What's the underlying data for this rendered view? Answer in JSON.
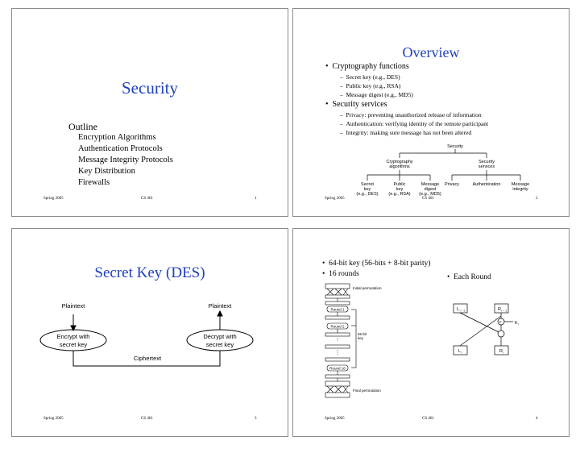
{
  "common": {
    "footer_left": "Spring 2005",
    "footer_center": "CS 461"
  },
  "slide1": {
    "title": "Security",
    "outline_heading": "Outline",
    "outline_items": [
      "Encryption Algorithms",
      "Authentication Protocols",
      "Message Integrity Protocols",
      "Key Distribution",
      "Firewalls"
    ],
    "page": "1"
  },
  "slide2": {
    "title": "Overview",
    "bullet1": "Cryptography functions",
    "bullet1_subs": [
      "Secret key (e.g., DES)",
      "Public key (e.g., RSA)",
      "Message digest (e.g., MD5)"
    ],
    "bullet2": "Security services",
    "bullet2_subs": [
      "Privacy: preventing unauthorized release of information",
      "Authentication: verifying identity of the remote participant",
      "Integrity: making sure message has not been altered"
    ],
    "tree": {
      "root": "Security",
      "crypto_1": "Cryptography",
      "crypto_2": "algorithms",
      "services_1": "Security",
      "services_2": "services",
      "leaf_secret": [
        "Secret",
        "key",
        "(e.g., DES)"
      ],
      "leaf_public": [
        "Public",
        "key",
        "(e.g., RSA)"
      ],
      "leaf_digest": [
        "Message",
        "digest",
        "(e.g., MD5)"
      ],
      "leaf_privacy": "Privacy",
      "leaf_auth": "Authentication",
      "leaf_integrity": [
        "Message",
        "integrity"
      ]
    },
    "page": "2"
  },
  "slide3": {
    "title": "Secret Key (DES)",
    "plaintext_in": "Plaintext",
    "plaintext_out": "Plaintext",
    "encrypt": [
      "Encrypt with",
      "secret key"
    ],
    "decrypt": [
      "Decrypt with",
      "secret key"
    ],
    "ciphertext": "Ciphertext",
    "page": "3"
  },
  "slide4": {
    "bullet1": "64-bit key (56-bits + 8-bit parity)",
    "bullet2": "16 rounds",
    "bullet3": "Each Round",
    "des": {
      "initial_perm": "Initial permutation",
      "round1": "Round 1",
      "round2": "Round 2",
      "round16": "Round 16",
      "key_label_1": "56-bit",
      "key_label_2": "key",
      "final_perm": "Final permutation"
    },
    "round": {
      "L_in": "L",
      "L_in_sub": "i – 1",
      "R_in": "R",
      "R_in_sub": "i – 1",
      "F": "F",
      "K": "K",
      "K_sub": "i",
      "L_out": "L",
      "L_out_sub": "i",
      "R_out": "R",
      "R_out_sub": "i"
    },
    "page": "4"
  }
}
